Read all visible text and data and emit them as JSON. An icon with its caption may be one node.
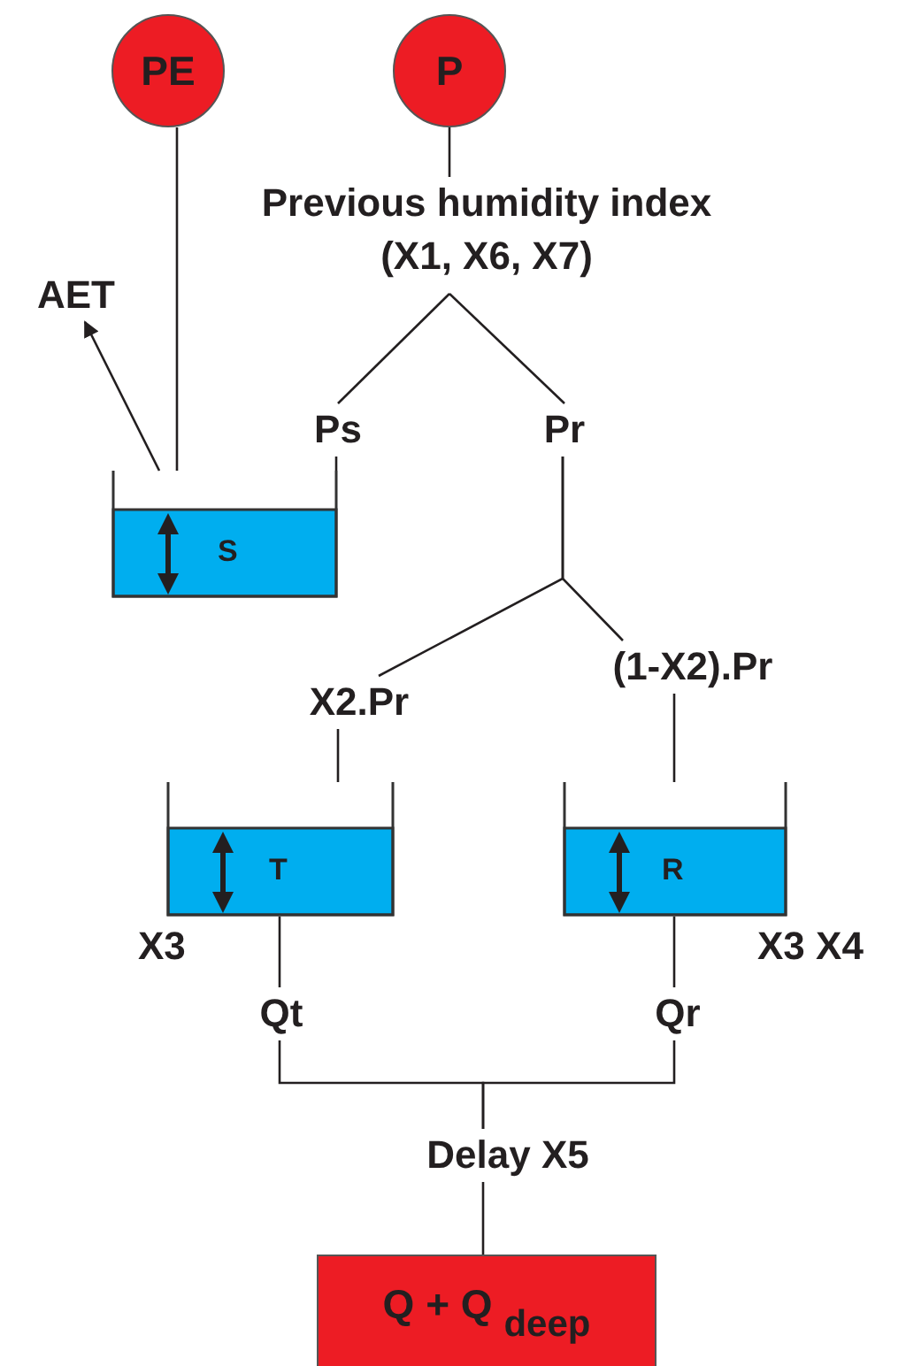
{
  "diagram": {
    "nodes": [
      {
        "text": [
          "PE"
        ]
      },
      {
        "text": [
          "P"
        ]
      },
      {
        "text": [
          "Previous humidity index (X1, X6, X7)"
        ]
      },
      {
        "text": [
          "AET"
        ]
      },
      {
        "text": [
          "S"
        ]
      },
      {
        "text": [
          "Ps"
        ]
      },
      {
        "text": [
          "Pr"
        ]
      },
      {
        "text": [
          "X2.Pr"
        ]
      },
      {
        "text": [
          "(1-X2).Pr"
        ]
      },
      {
        "text": [
          "T"
        ],
        "beside": [
          "X3"
        ]
      },
      {
        "text": [
          "R"
        ],
        "beside": [
          "X3 X4"
        ]
      },
      {
        "text": [
          "Qt"
        ]
      },
      {
        "text": [
          "Qr"
        ]
      },
      {
        "text": [
          "Delay X5"
        ]
      },
      {
        "text": [
          "Q + Q $_{deep}$"
        ]
      }
    ],
    "edges": [
      {
        "from": 0,
        "to": 4,
        "arrow": "none"
      },
      {
        "from": 4,
        "to": 3,
        "arrow": "to"
      },
      {
        "from": 1,
        "to": 2,
        "arrow": "none"
      },
      {
        "from": 2,
        "to": 5,
        "arrow": "none"
      },
      {
        "from": 2,
        "to": 6,
        "arrow": "none"
      },
      {
        "from": 5,
        "to": 4,
        "arrow": "none"
      },
      {
        "from": 6,
        "to": 7,
        "arrow": "none"
      },
      {
        "from": 6,
        "to": 8,
        "arrow": "none"
      },
      {
        "from": 7,
        "to": 9,
        "arrow": "none"
      },
      {
        "from": 8,
        "to": 10,
        "arrow": "none"
      },
      {
        "from": 9,
        "to": 11,
        "arrow": "none"
      },
      {
        "from": 10,
        "to": 12,
        "arrow": "none"
      },
      {
        "from": 11,
        "to": 13,
        "arrow": "none"
      },
      {
        "from": 12,
        "to": 13,
        "arrow": "none"
      },
      {
        "from": 13,
        "to": 14,
        "arrow": "none"
      }
    ]
  }
}
